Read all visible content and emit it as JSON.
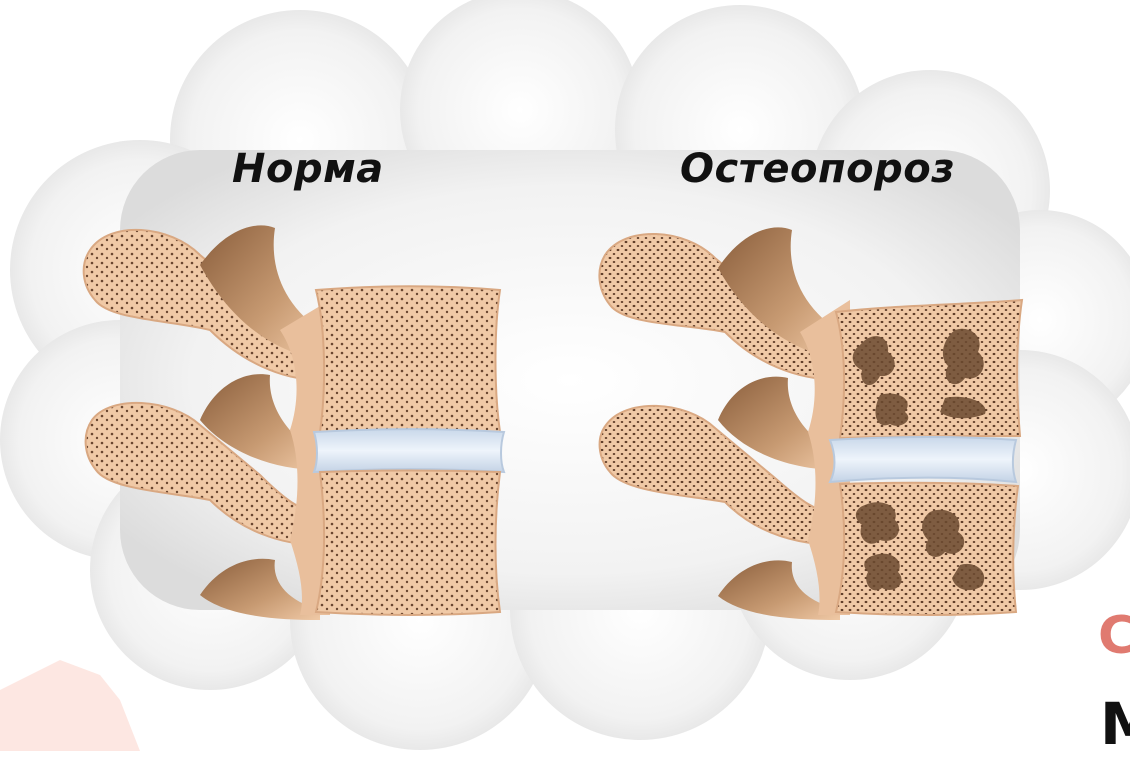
{
  "labels": {
    "normal": "Норма",
    "osteoporosis": "Остеопороз"
  },
  "edge_fragments": {
    "red": "С",
    "black": "М"
  },
  "colors": {
    "bone": "#f0c9a6",
    "bone_dark": "#a87a55",
    "pore": "#6a4630",
    "disc": "#d6e4f2",
    "cloud": "#ececec",
    "accent_red": "#e07a70"
  }
}
